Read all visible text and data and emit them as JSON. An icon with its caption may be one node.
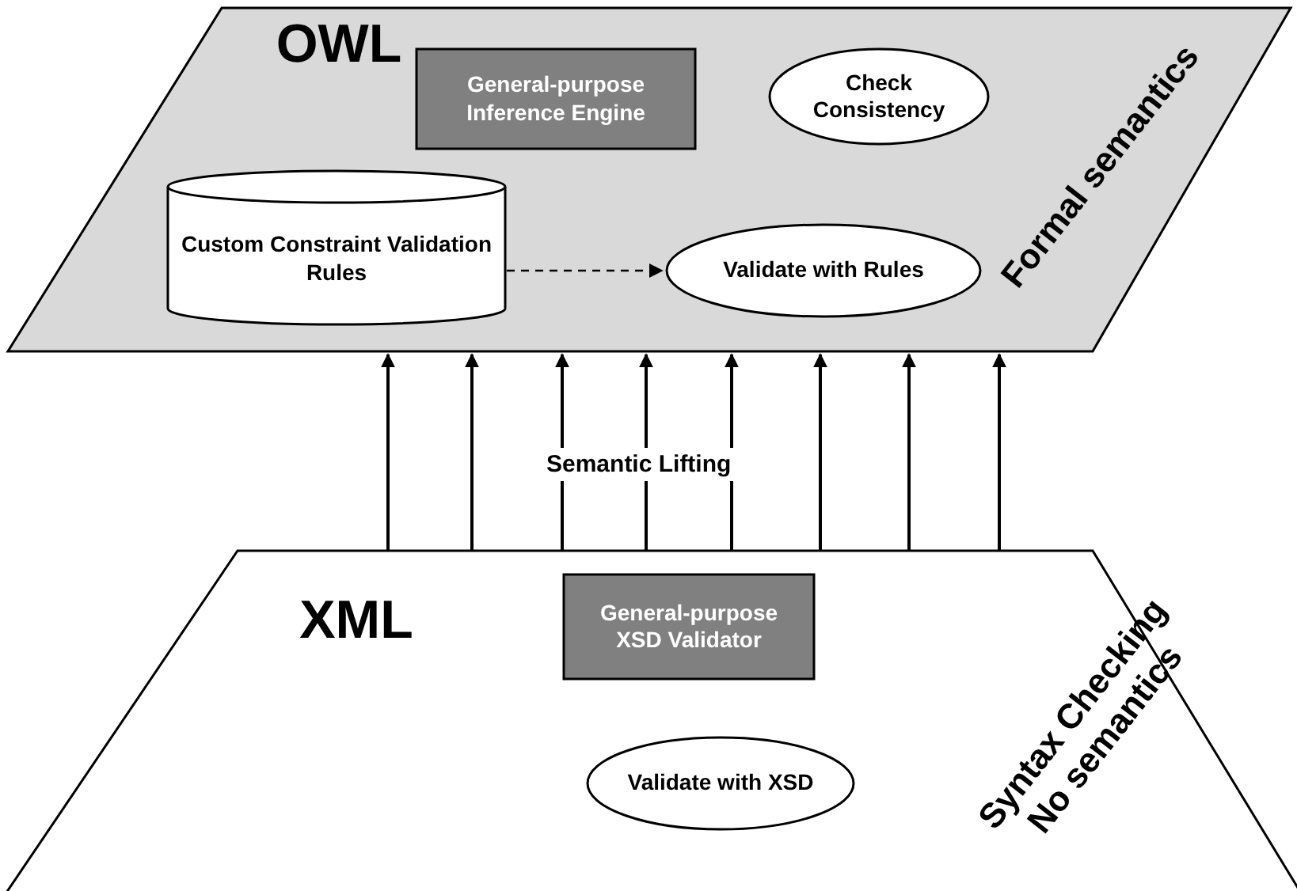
{
  "diagram": {
    "nodes": [
      {
        "text": [
          "OWL",
          "Formal semantics"
        ]
      },
      {
        "text": [
          "General-purpose Inference Engine"
        ],
        "in": 0
      },
      {
        "text": [
          "Check Consistency"
        ],
        "in": 0
      },
      {
        "text": [
          "Custom Constraint Validation Rules"
        ],
        "in": 0
      },
      {
        "text": [
          "Validate with Rules"
        ],
        "in": 0
      },
      {
        "text": [
          "XML",
          "Syntax Checking No semantics"
        ]
      },
      {
        "text": [
          "General-purpose XSD Validator"
        ],
        "in": 5
      },
      {
        "text": [
          "Validate with XSD"
        ],
        "in": 5
      }
    ],
    "edges": [
      {
        "from": 3,
        "to": 4,
        "arrow": "to",
        "style": "dashed"
      },
      {
        "from": 5,
        "to": 0,
        "arrow": "to"
      },
      {
        "from": 5,
        "to": 0,
        "arrow": "to"
      },
      {
        "from": 5,
        "to": 0,
        "arrow": "to"
      },
      {
        "from": 5,
        "to": 0,
        "arrow": "to"
      },
      {
        "from": 5,
        "to": 0,
        "arrow": "to"
      },
      {
        "from": 5,
        "to": 0,
        "arrow": "to"
      },
      {
        "from": 5,
        "to": 0,
        "arrow": "to"
      },
      {
        "from": 5,
        "to": 0,
        "arrow": "to"
      }
    ],
    "labels": [
      "Semantic Lifting"
    ]
  }
}
